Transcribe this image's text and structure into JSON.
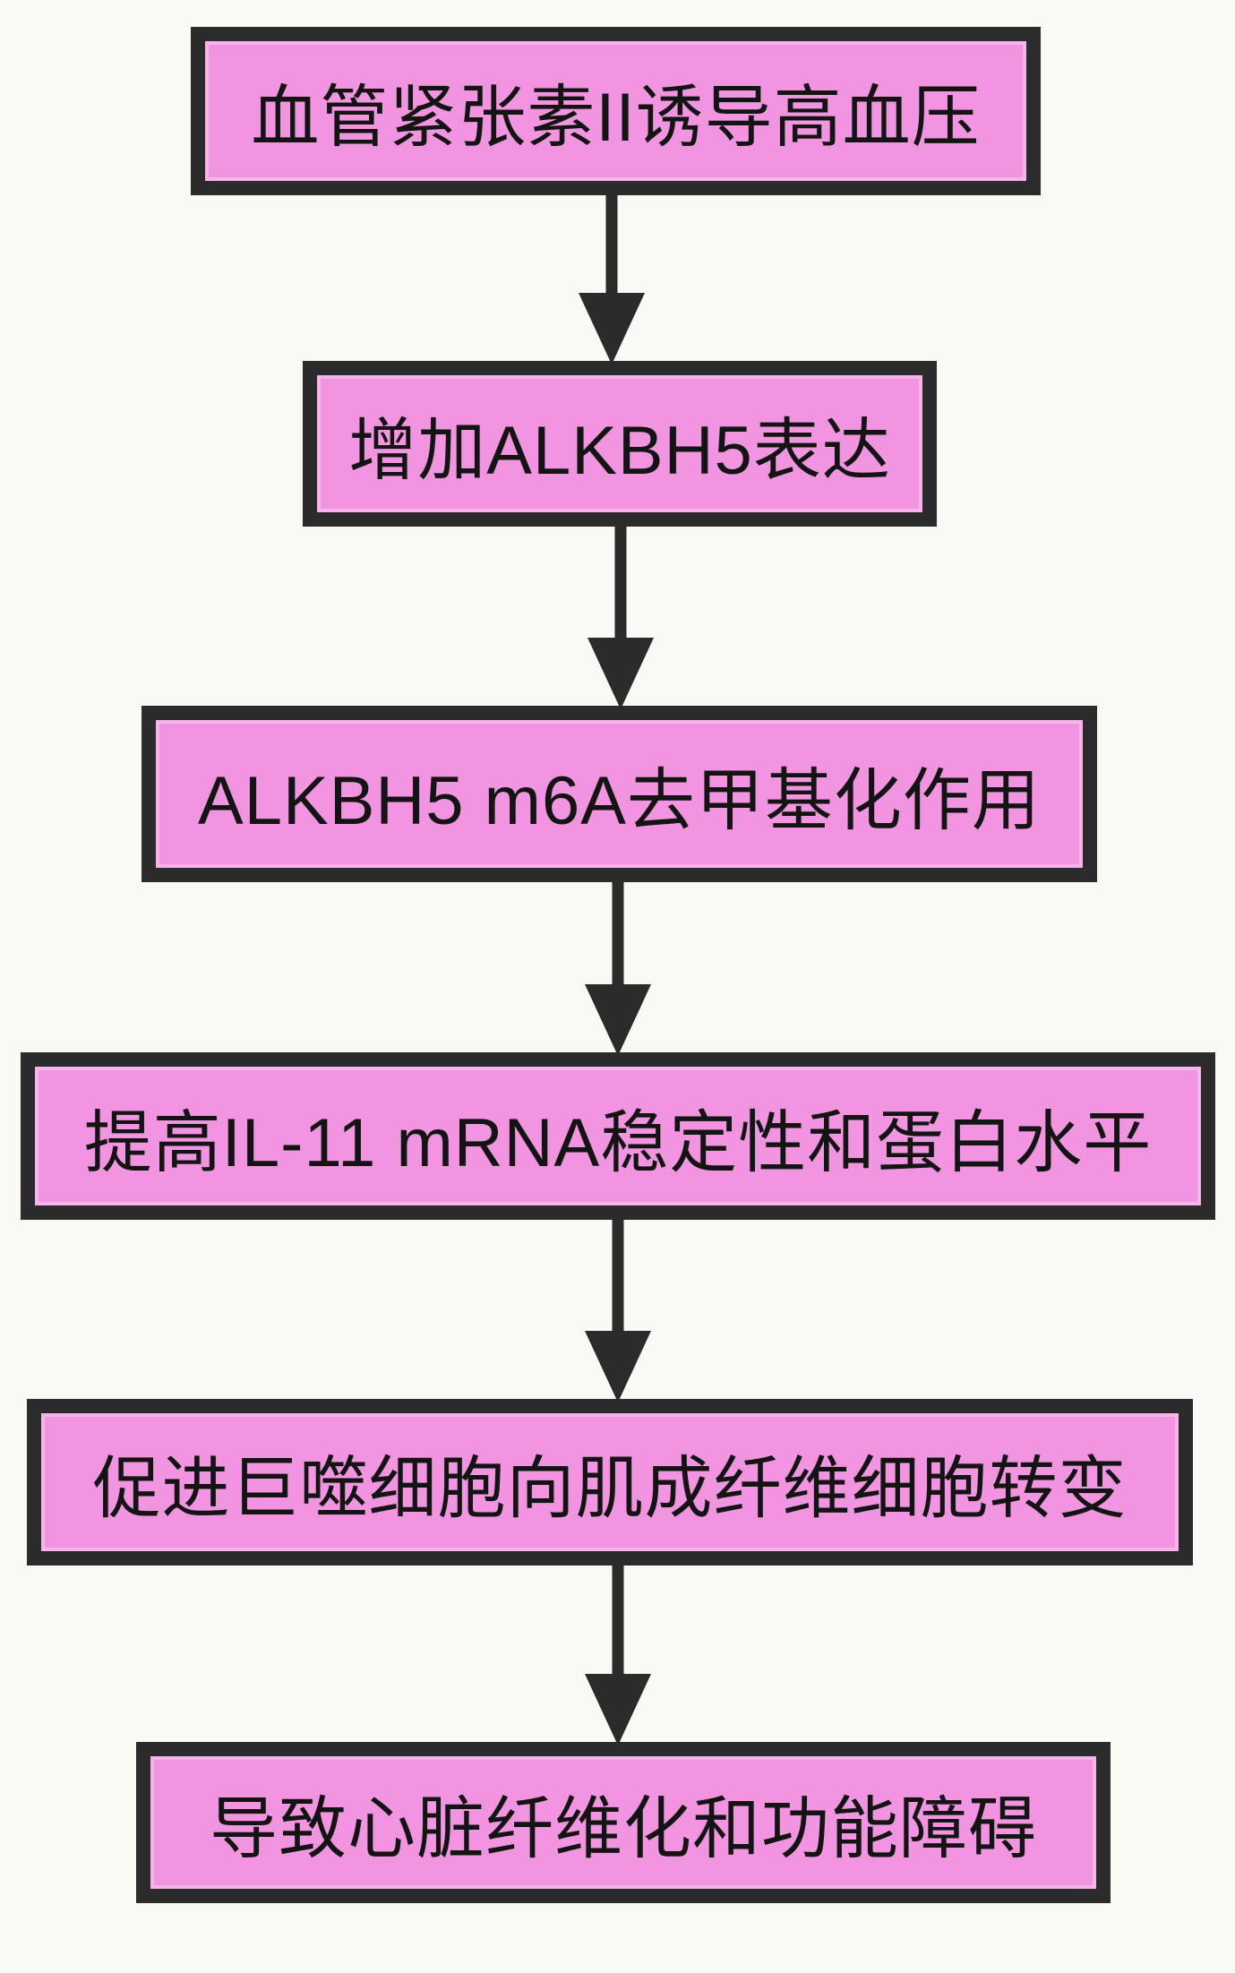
{
  "flowchart": {
    "steps": [
      {
        "label": "血管紧张素II诱导高血压"
      },
      {
        "label": "增加ALKBH5表达"
      },
      {
        "label": "ALKBH5 m6A去甲基化作用"
      },
      {
        "label": "提高IL-11 mRNA稳定性和蛋白水平"
      },
      {
        "label": "促进巨噬细胞向肌成纤维细胞转变"
      },
      {
        "label": "导致心脏纤维化和功能障碍"
      }
    ],
    "colors": {
      "box_fill": "#F195E1",
      "box_border": "#2B2B2B",
      "arrow": "#2B2B2B",
      "background": "#FAF9F5",
      "text": "#141414"
    }
  }
}
